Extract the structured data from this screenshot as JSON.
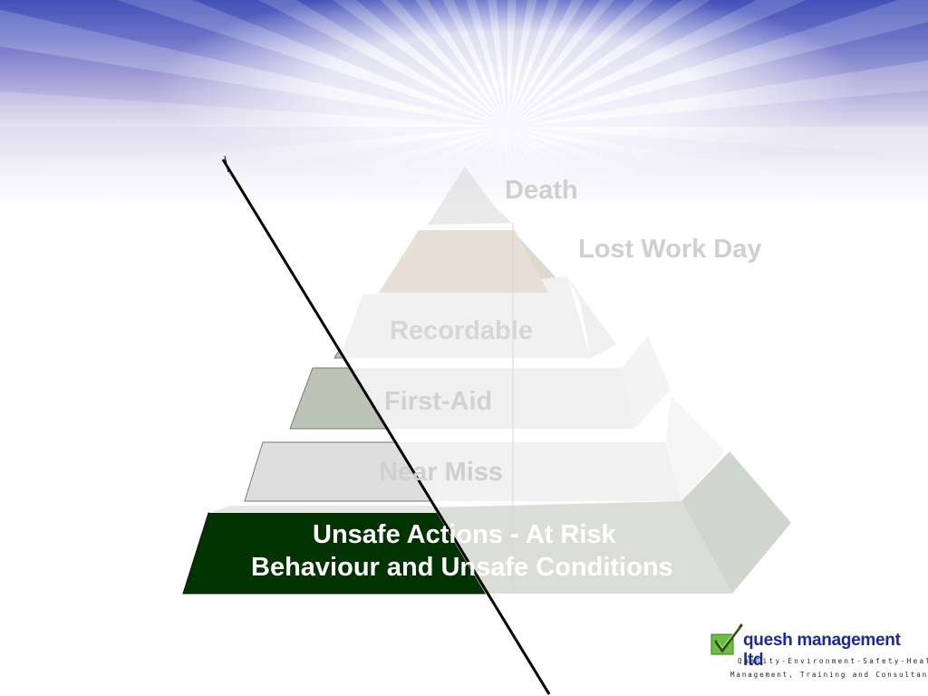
{
  "pyramid": {
    "tiers": [
      {
        "label": "Death"
      },
      {
        "label": "Lost Work Day"
      },
      {
        "label": "Recordable"
      },
      {
        "label": "First-Aid"
      },
      {
        "label": "Near Miss"
      },
      {
        "label_line1": "Unsafe Actions  -  At Risk",
        "label_line2": "Behaviour and Unsafe Conditions"
      }
    ]
  },
  "colors": {
    "dark_green": "#003300",
    "grey_green": "#bcc4b7",
    "light_grey": "#e4e4e4",
    "beige": "#e2d5c9",
    "pale": "#f2f2f2",
    "faded_text": "#cfcfcf"
  },
  "logo": {
    "name": "quesh management ltd",
    "tagline1": "Quality-Environment-Safety-Health",
    "tagline2": "Management, Training and Consultancy"
  }
}
